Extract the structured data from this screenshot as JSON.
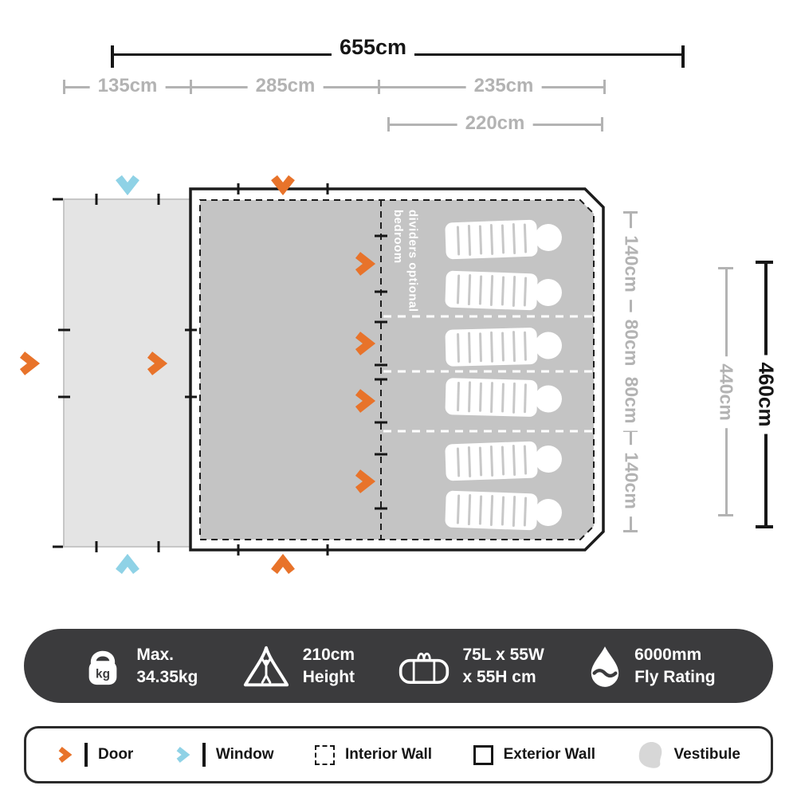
{
  "dimensions": {
    "top_total": "655cm",
    "seg_vestibule": "135cm",
    "seg_living": "285cm",
    "seg_bedroom": "235cm",
    "seg_inner": "220cm",
    "right_seg1": "140cm",
    "right_seg2": "80cm",
    "right_seg3": "80cm",
    "right_seg4": "140cm",
    "right_inner": "440cm",
    "right_total": "460cm"
  },
  "floorplan": {
    "note_line1": "bedroom",
    "note_line2": "dividers optional"
  },
  "specs": {
    "weight": {
      "icon_label": "kg",
      "line1": "Max.",
      "line2": "34.35kg"
    },
    "height": {
      "line1": "210cm",
      "line2": "Height"
    },
    "packed": {
      "line1": "75L x 55W",
      "line2": "x 55H cm"
    },
    "fly": {
      "line1": "6000mm",
      "line2": "Fly Rating"
    }
  },
  "legend": {
    "door": "Door",
    "window": "Window",
    "interior": "Interior Wall",
    "exterior": "Exterior Wall",
    "vestibule": "Vestibule"
  },
  "colors": {
    "door_orange": "#E8732A",
    "window_blue": "#8FD2E6",
    "floor_gray": "#C4C4C4",
    "vestibule_gray": "#E4E4E4",
    "dimension_gray": "#B3B3B3",
    "bar_dark": "#3B3B3D"
  }
}
